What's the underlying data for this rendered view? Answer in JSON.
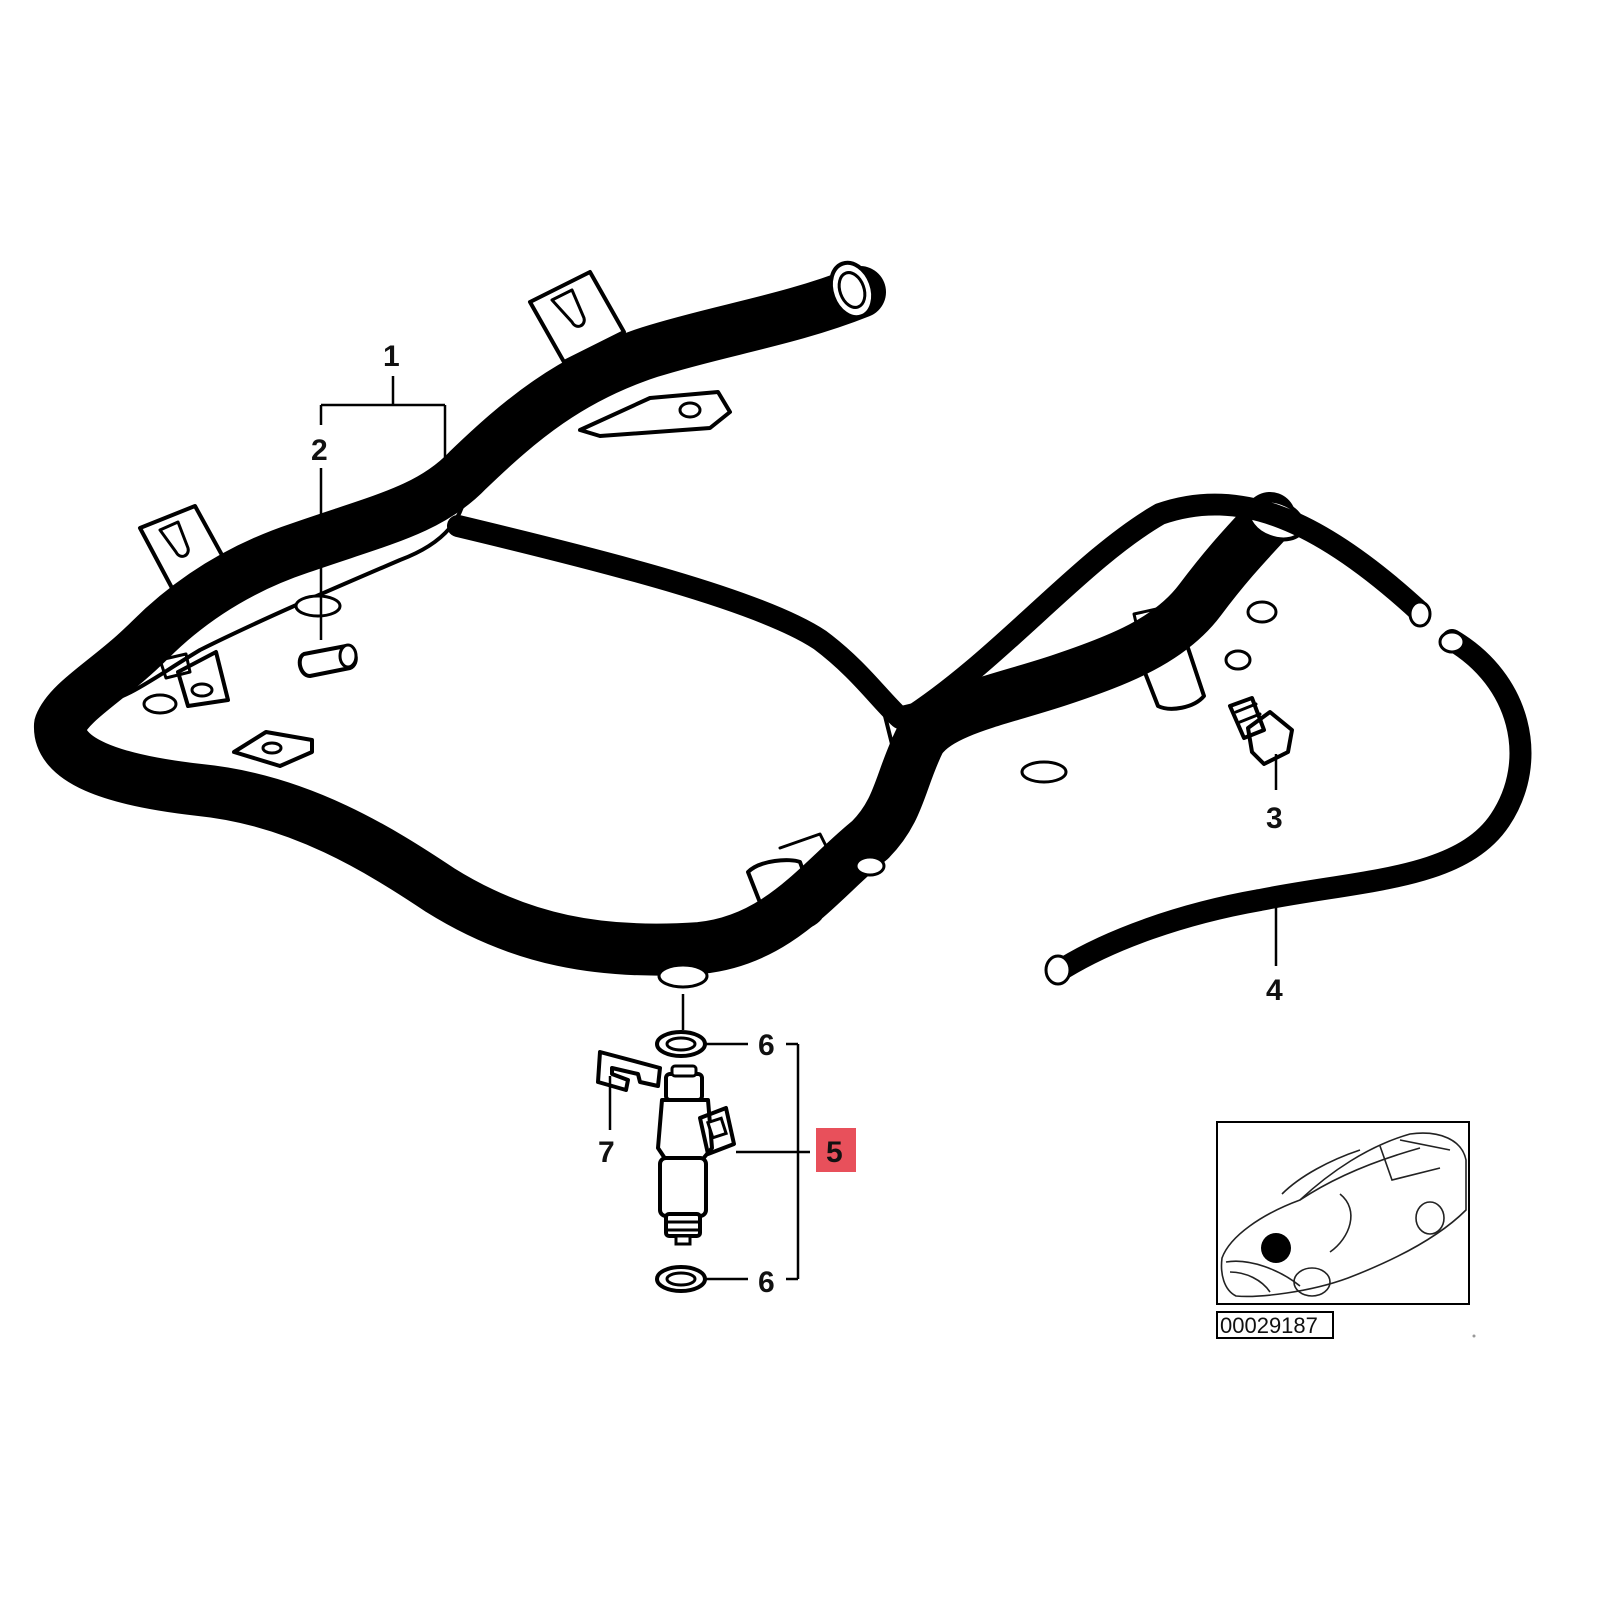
{
  "diagram": {
    "callouts": {
      "c1": "1",
      "c2": "2",
      "c3": "3",
      "c4": "4",
      "c5": "5",
      "c6_top": "6",
      "c6_bottom": "6",
      "c7": "7"
    },
    "highlight_color": "#e8505b",
    "reference_code": "00029187",
    "inset_marker": "black-dot-on-engine-bay"
  }
}
